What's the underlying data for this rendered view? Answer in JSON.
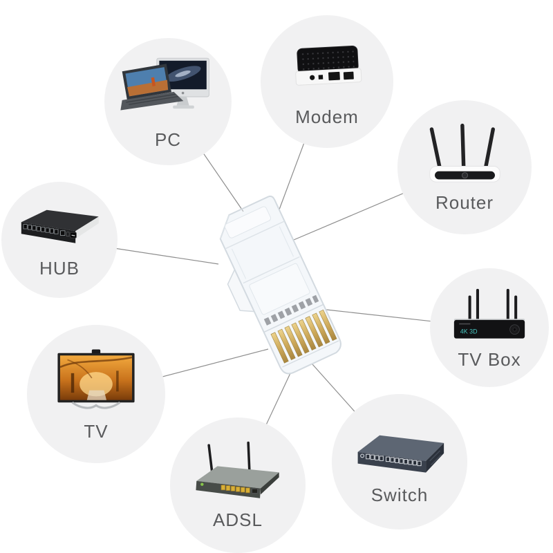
{
  "diagram": {
    "type": "radial-compatibility-diagram",
    "center": {
      "icon": "rj45-crystal-plug-icon"
    },
    "nodes": [
      {
        "id": "pc",
        "label": "PC",
        "icon": "pc-computers-icon"
      },
      {
        "id": "modem",
        "label": "Modem",
        "icon": "modem-icon"
      },
      {
        "id": "router",
        "label": "Router",
        "icon": "wifi-router-icon"
      },
      {
        "id": "tv-box",
        "label": "TV Box",
        "icon": "tv-set-top-box-icon",
        "front_text": "4K 3D"
      },
      {
        "id": "switch",
        "label": "Switch",
        "icon": "network-switch-icon"
      },
      {
        "id": "adsl",
        "label": "ADSL",
        "icon": "adsl-modem-icon"
      },
      {
        "id": "tv",
        "label": "TV",
        "icon": "television-icon"
      },
      {
        "id": "hub",
        "label": "HUB",
        "icon": "network-hub-icon"
      }
    ],
    "colors": {
      "background": "#ffffff",
      "bubble_fill": "#f1f1f2",
      "connector_line": "#8d8d8d",
      "label_text": "#595a5c",
      "pin_gold": "#c7a757"
    }
  }
}
